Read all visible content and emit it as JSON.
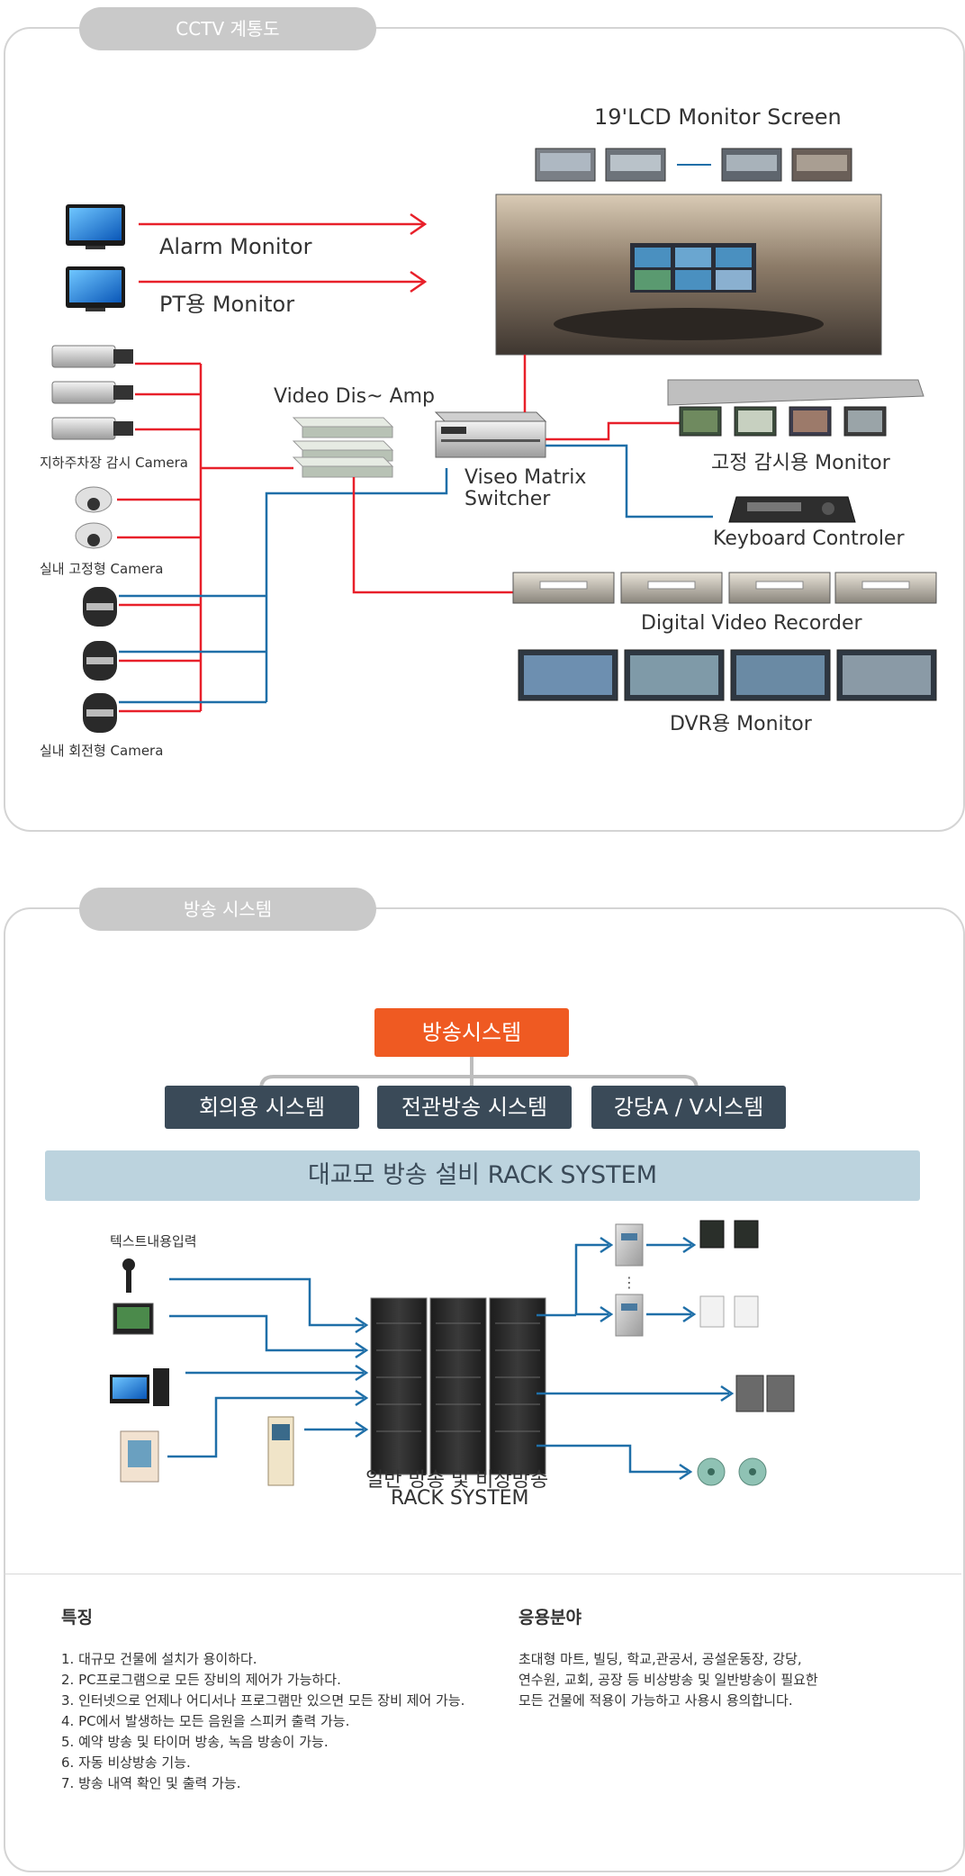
{
  "cctv": {
    "tab": "CCTV 계통도",
    "lcd_screen": "19'LCD Monitor Screen",
    "alarm_monitor": "Alarm Monitor",
    "pt_monitor": "PT용 Monitor",
    "parking_camera": "지하주차장 감시 Camera",
    "indoor_fixed_camera": "실내 고정형 Camera",
    "indoor_rotating_camera": "실내 회전형 Camera",
    "video_amp": "Video Dis~ Amp",
    "matrix_line1": "Viseo Matrix",
    "matrix_line2": "Switcher",
    "fixed_monitor": "고정 감시용 Monitor",
    "keyboard": "Keyboard Controler",
    "dvr": "Digital Video Recorder",
    "dvr_monitor": "DVR용 Monitor"
  },
  "broadcast": {
    "tab": "방송 시스템",
    "main": "방송시스템",
    "sub": [
      "회의용 시스템",
      "전관방송 시스템",
      "강당A / V시스템"
    ],
    "rack_bar": "대교모 방송 설비 RACK SYSTEM",
    "text_input": "텍스트내용입력",
    "rack_line1": "일반 방송 및 비상방송",
    "rack_line2": "RACK SYSTEM"
  },
  "features": {
    "title": "특징",
    "items": [
      "1. 대규모 건물에 설치가 용이하다.",
      "2. PC프로그램으로 모든 장비의 제어가 가능하다.",
      "3. 인터넷으로 언제나 어디서나 프로그램만 있으면 모든 장비 제어 가능.",
      "4. PC에서 발생하는 모든 음원을 스피커 출력 가능.",
      "5. 예약 방송 및 타이머 방송, 녹음 방송이 가능.",
      "6. 자동 비상방송 기능.",
      "7. 방송 내역 확인 및 출력 가능."
    ]
  },
  "applications": {
    "title": "응용분야",
    "lines": [
      "초대형 마트, 빌딩, 학교,관공서, 공설운동장, 강당,",
      "연수원, 교회, 공장 등 비상방송 및 일반방송이 필요한",
      "모든 건물에 적용이 가능하고 사용시 용의합니다."
    ]
  },
  "colors": {
    "red_line": "#e8202a",
    "blue_line": "#1f6fa8",
    "orange": "#ef5a22",
    "dark": "#3a4a58",
    "rack_bar": "#bcd3de"
  }
}
